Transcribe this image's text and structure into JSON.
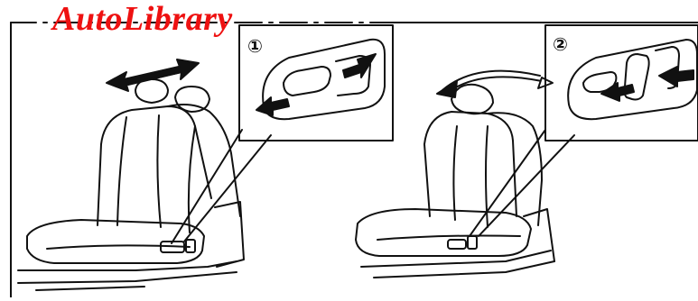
{
  "watermark": {
    "text": "AutoLibrary",
    "color": "#ee1111"
  },
  "inset_labels": {
    "step1": "①",
    "step2": "②"
  },
  "colors": {
    "line": "#111111",
    "background": "#ffffff"
  },
  "icons": [
    "double-arrow-icon",
    "curved-arrow-icon",
    "push-arrow-icon"
  ]
}
